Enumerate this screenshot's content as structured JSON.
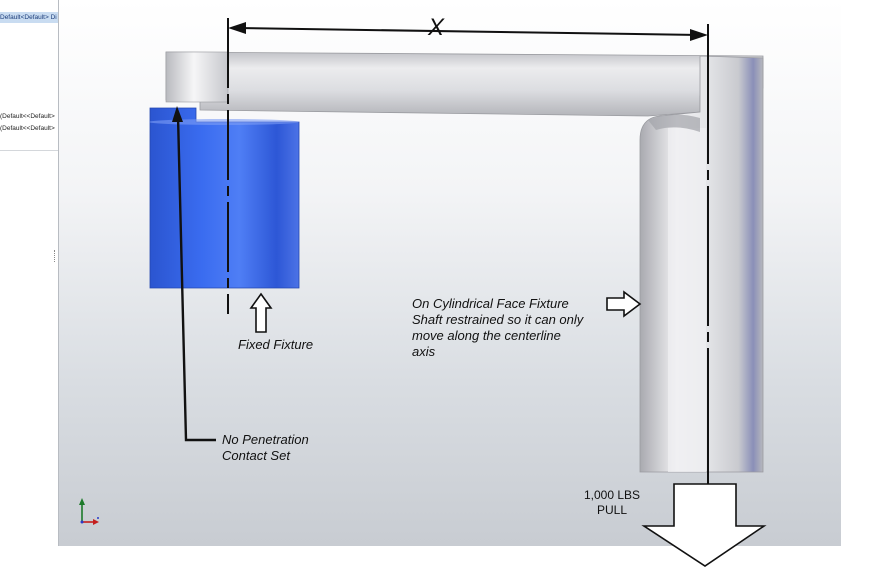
{
  "sidebar": {
    "items": [
      {
        "label": "Default<Default> Di"
      },
      {
        "label": "(Default<<Default>"
      },
      {
        "label": "(Default<<Default>"
      }
    ]
  },
  "drawing": {
    "dimension_label": "X",
    "fixed_fixture_label": "Fixed Fixture",
    "cylindrical_fixture_lines": [
      "On Cylindrical Face Fixture",
      "Shaft restrained so it can only",
      "move along the centerline",
      "axis"
    ],
    "contact_lines": [
      "No Penetration",
      "Contact Set"
    ],
    "load_lines": [
      "1,000 LBS",
      "PULL"
    ]
  },
  "colors": {
    "fixture_blue": "#2f5fe0",
    "part_gray": "#d8d9dd",
    "annotation": "#111111"
  }
}
